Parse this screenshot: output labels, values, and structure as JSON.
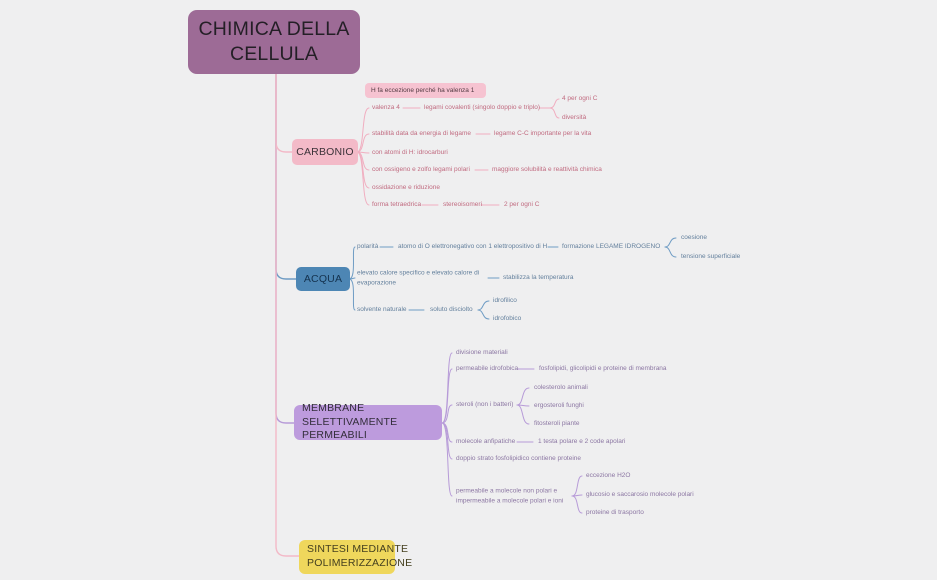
{
  "title": {
    "label": "CHIMICA DELLA CELLULA"
  },
  "palette": {
    "background": "#efeff0",
    "root_box": "#9d6b96",
    "carbonio_box": "#f3bac8",
    "carbonio_line": "#f0aec0",
    "carbonio_text": "#c16b80",
    "acqua_box": "#4d86b4",
    "acqua_line": "#6f9cc4",
    "acqua_text": "#64809d",
    "membrane_box": "#bd9bdd",
    "membrane_line": "#b79bd8",
    "membrane_text": "#8c77a3",
    "sintesi_box": "#efd75c",
    "note_box": "#f6c3d1"
  },
  "branches": [
    {
      "label": "CARBONIO",
      "note": "H fa eccezione perché ha valenza 1",
      "rows": [
        {
          "label": "valenza 4",
          "child": "legami covalenti (singolo doppio e triplo)",
          "leaves": [
            "4 per ogni C",
            "diversità"
          ]
        },
        {
          "label": "stabilità data da energia di legame",
          "child": "legame C-C importante per la vita"
        },
        {
          "label": "con atomi di H: idrocarburi"
        },
        {
          "label": "con ossigeno e zolfo legami polari",
          "child": "maggiore solubilità e reattività chimica"
        },
        {
          "label": "ossidazione e riduzione"
        },
        {
          "label": "forma tetraedrica",
          "child": "stereoisomeri",
          "leaves": [
            "2 per ogni C"
          ]
        }
      ]
    },
    {
      "label": "ACQUA",
      "rows": [
        {
          "label": "polarità",
          "child": "atomo di O elettronegativo con 1 elettropositivo di H",
          "child2": "formazione LEGAME IDROGENO",
          "leaves": [
            "coesione",
            "tensione superficiale"
          ]
        },
        {
          "label": "elevato calore specifico e elevato calore di evaporazione",
          "child": "stabilizza la temperatura"
        },
        {
          "label": "solvente naturale",
          "child": "soluto disciolto",
          "leaves": [
            "idrofilico",
            "idrofobico"
          ]
        }
      ]
    },
    {
      "label": "MEMBRANE SELETTIVAMENTE PERMEABILI",
      "rows": [
        {
          "label": "divisione materiali"
        },
        {
          "label": "permeabile idrofobica",
          "child": "fosfolipidi, glicolipidi e proteine di membrana"
        },
        {
          "label": "steroli (non i batteri)",
          "leaves": [
            "colesterolo animali",
            "ergosteroli funghi",
            "fitosteroli piante"
          ]
        },
        {
          "label": "molecole anfipatiche",
          "child": "1 testa polare e 2 code apolari"
        },
        {
          "label": "doppio strato fosfolipidico contiene proteine"
        },
        {
          "label": "permeabile a molecole non polari e impermeabile a molecole polari e ioni",
          "leaves": [
            "eccezione H2O",
            "glucosio e saccarosio molecole polari",
            "proteine di trasporto"
          ]
        }
      ]
    },
    {
      "label": "SINTESI MEDIANTE POLIMERIZZAZIONE"
    }
  ]
}
